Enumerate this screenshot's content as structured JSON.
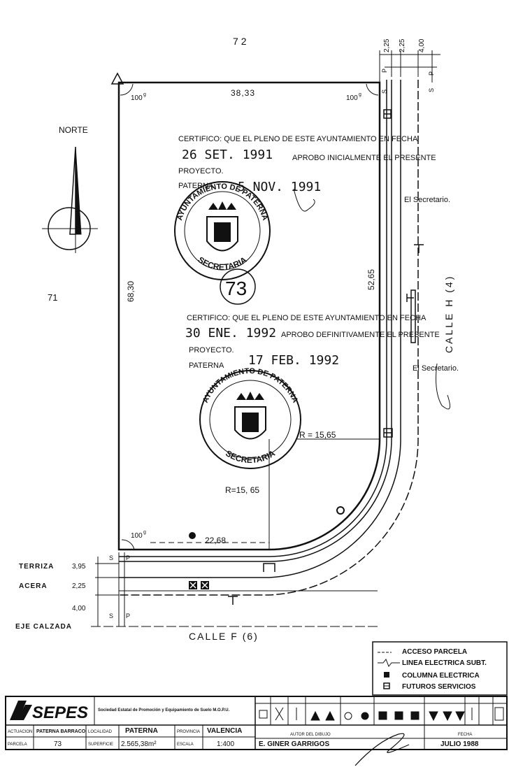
{
  "plot": {
    "number_top": "72",
    "number_left": "71",
    "parcel_number": "73",
    "north_label": "NORTE",
    "angle_label": "100",
    "angle_sup": "g",
    "dim_top": "38,33",
    "dim_left": "68,30",
    "dim_right": "52,65",
    "dim_bottom": "22,68",
    "radius_inner": "R=15, 65",
    "radius_outer": "R = 15,65",
    "dim_2_25": "2,25",
    "dim_4_00": "4,00",
    "s_label": "S",
    "p_label": "P",
    "street_bottom": "CALLE   F  (6)",
    "street_right": "CALLE   H  (4)"
  },
  "section": {
    "terraza_label": "TERRIZA",
    "terraza_value": "3,95",
    "acera_label": "ACERA",
    "acera_value": "2,25",
    "calzada_value": "4,00",
    "eje_label": "EJE   CALZADA"
  },
  "certificates": [
    {
      "line1": "CERTIFICO: QUE EL PLENO DE ESTE AYUNTAMIENTO EN FECHA",
      "date": "26 SET. 1991",
      "line2": "APROBO INICIALMENTE EL PRESENTE",
      "line3": "PROYECTO.",
      "place": "PATERNA",
      "place_date": "5 NOV. 1991",
      "signature": "El Secretario."
    },
    {
      "line1": "CERTIFICO: QUE EL PLENO DE ESTE AYUNTAMIENTO EN FECHA",
      "date": "30 ENE. 1992",
      "line2": "APROBO DEFINITIVAMENTE EL PRESENTE",
      "line3": "PROYECTO.",
      "place": "PATERNA",
      "place_date": "17 FEB. 1992",
      "signature": "El Secretario."
    }
  ],
  "seal": {
    "top_text": "AYUNTAMIENTO DE PATERNA",
    "bottom_text": "SECRETARIA"
  },
  "legend": [
    "ACCESO PARCELA",
    "LINEA ELECTRICA SUBT.",
    "COLUMNA ELECTRICA",
    "FUTUROS SERVICIOS"
  ],
  "title_block": {
    "logo": "SEPES",
    "org_name": "Sociedad Estatal de Promoción y Equipamiento de Suelo  M.O.P.U.",
    "actuacion_label": "ACTUACION",
    "actuacion_value": "PATERNA BARRACO",
    "localidad_label": "LOCALIDAD",
    "localidad_value": "PATERNA",
    "provincia_label": "PROVINCIA",
    "provincia_value": "VALENCIA",
    "parcela_label": "PARCELA",
    "parcela_value": "73",
    "superficie_label": "SUPERFICIE",
    "superficie_value": "2.565,38m²",
    "escala_label": "ESCALA",
    "escala_value": "1:400",
    "autor_label": "AUTOR DEL DIBUJO",
    "autor_value": "E. GINER GARRIGOS",
    "fecha_label": "FECHA",
    "fecha_value": "JULIO 1988"
  }
}
